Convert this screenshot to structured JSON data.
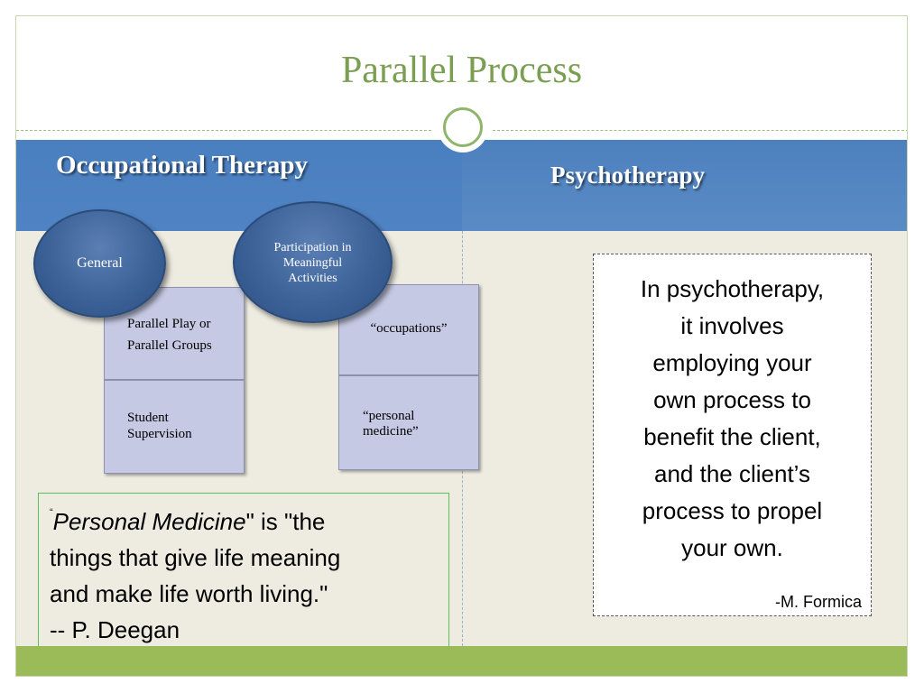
{
  "slide": {
    "title": "Parallel Process",
    "left_header": "Occupational Therapy",
    "right_header": "Psychotherapy"
  },
  "occupational_therapy": {
    "general": {
      "label": "General",
      "items": [
        "Parallel Play or",
        "Parallel Groups",
        "Student",
        "Supervision"
      ]
    },
    "participation": {
      "label_lines": [
        "Participation in",
        "Meaningful",
        "Activities"
      ],
      "items": [
        "“occupations”",
        "“personal",
        "medicine”"
      ]
    }
  },
  "quote": {
    "open_mark": "“",
    "emphasis": "Personal Medicine",
    "rest_line1": "\" is  \"the",
    "line2": "things that give life meaning",
    "line3": "and make life worth living.\"",
    "line4": "-- P. Deegan"
  },
  "psychotherapy": {
    "lines": [
      "In psychotherapy,",
      "it involves",
      "employing your",
      "own process to",
      "benefit the client,",
      "and the client’s",
      "process to propel",
      "your own."
    ],
    "author": "-M. Formica"
  },
  "colors": {
    "title_green": "#7b9f52",
    "header_blue": "#4f81bd",
    "content_bg": "#eeece1",
    "footer_green": "#9bbb59",
    "box_lavender": "#c5c9e3"
  }
}
